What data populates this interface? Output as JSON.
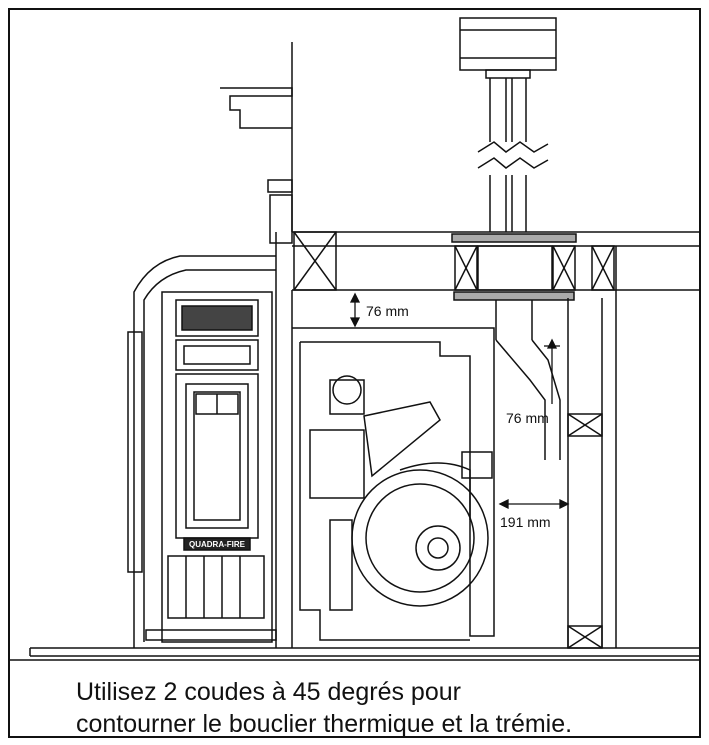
{
  "dimensions": {
    "top_clearance": "76 mm",
    "pipe_offset": "76 mm",
    "side_clearance": "191 mm"
  },
  "stove": {
    "badge": "QUADRA-FIRE"
  },
  "caption": {
    "line1": "Utilisez 2 coudes à 45 degrés pour",
    "line2": "contourner le bouclier thermique et la trémie."
  }
}
